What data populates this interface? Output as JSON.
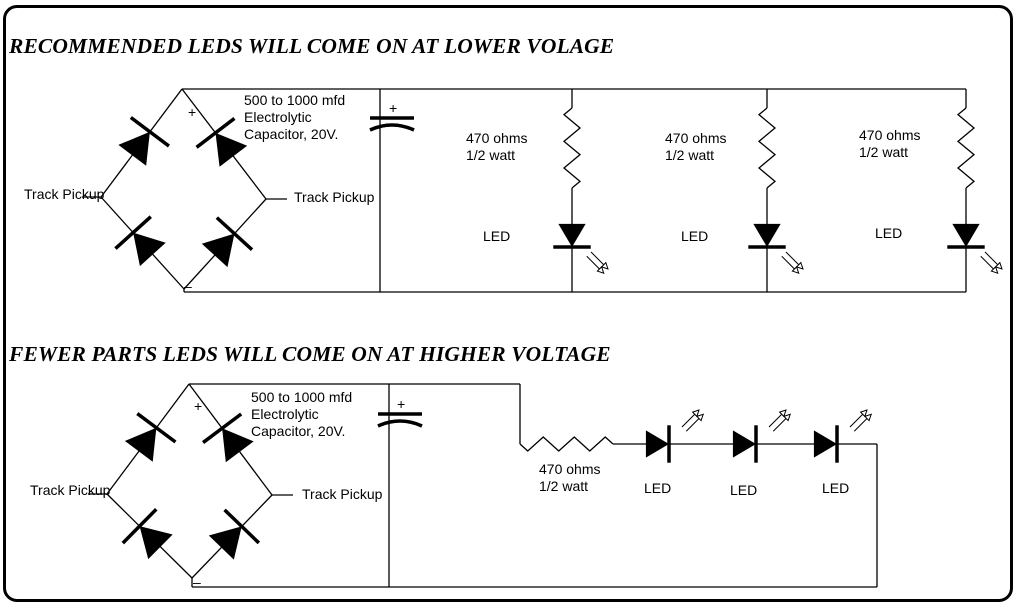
{
  "diagrams": [
    {
      "title": "RECOMMENDED LEDS WILL COME ON AT LOWER VOLAGE",
      "bridge_inputs": [
        "Track Pickup",
        "Track Pickup"
      ],
      "bridge_polarity": {
        "positive": "+",
        "negative": "–"
      },
      "capacitor": {
        "lines": [
          "500 to 1000 mfd",
          "Electrolytic",
          "Capacitor, 20V."
        ],
        "polarity": "+"
      },
      "branches": [
        {
          "resistor": [
            "470 ohms",
            "1/2 watt"
          ],
          "led": "LED"
        },
        {
          "resistor": [
            "470 ohms",
            "1/2 watt"
          ],
          "led": "LED"
        },
        {
          "resistor": [
            "470 ohms",
            "1/2 watt"
          ],
          "led": "LED"
        }
      ]
    },
    {
      "title": "FEWER PARTS LEDS WILL COME ON AT HIGHER VOLTAGE",
      "bridge_inputs": [
        "Track Pickup",
        "Track Pickup"
      ],
      "bridge_polarity": {
        "positive": "+",
        "negative": "–"
      },
      "capacitor": {
        "lines": [
          "500 to 1000 mfd",
          "Electrolytic",
          "Capacitor, 20V."
        ],
        "polarity": "+"
      },
      "resistor": [
        "470 ohms",
        "1/2 watt"
      ],
      "leds": [
        "LED",
        "LED",
        "LED"
      ]
    }
  ]
}
